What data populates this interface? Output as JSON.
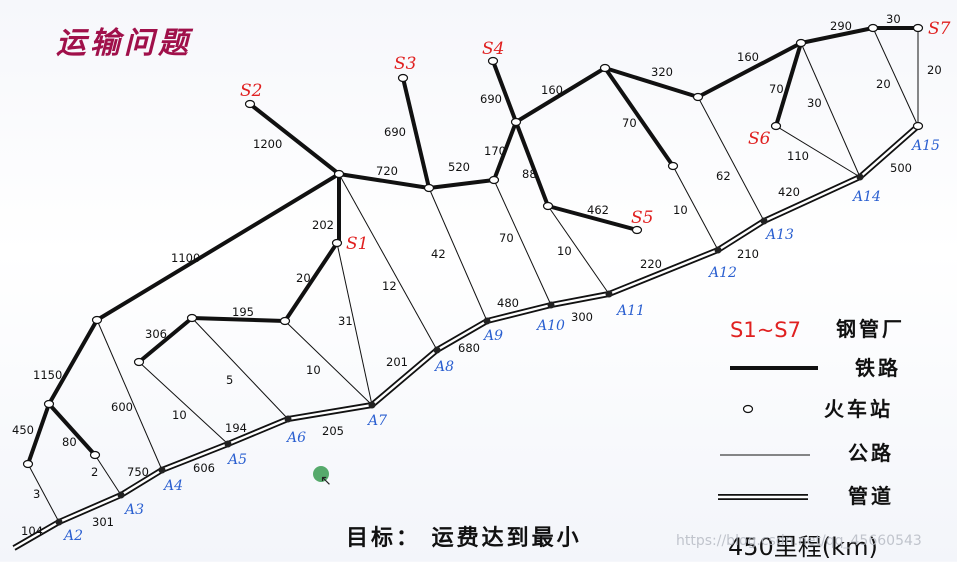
{
  "title": "运输问题",
  "goal": "目标： 运费达到最小",
  "scale_label": "450里程(km)",
  "watermark": "https://blog.csdn.net/qq_45660543",
  "legend": {
    "factories_symbol": "S1~S7",
    "factories": "钢管厂",
    "railway": "铁路",
    "station": "火车站",
    "road": "公路",
    "pipeline": "管道"
  },
  "colors": {
    "factory": "#e02020",
    "pipe_node": "#2a5fd0",
    "title": "#a0104a"
  },
  "nodes": {
    "S1": "S1",
    "S2": "S2",
    "S3": "S3",
    "S4": "S4",
    "S5": "S5",
    "S6": "S6",
    "S7": "S7",
    "A2": "A2",
    "A3": "A3",
    "A4": "A4",
    "A5": "A5",
    "A6": "A6",
    "A7": "A7",
    "A8": "A8",
    "A9": "A9",
    "A10": "A10",
    "A11": "A11",
    "A12": "A12",
    "A13": "A13",
    "A14": "A14",
    "A15": "A15"
  },
  "edge_labels": {
    "e1200": "1200",
    "e690a": "690",
    "e690b": "690",
    "e720": "720",
    "e520": "520",
    "e170": "170",
    "e160a": "160",
    "e320": "320",
    "e160b": "160",
    "e290": "290",
    "e30a": "30",
    "e20a": "20",
    "e70a": "70",
    "e30b": "30",
    "e20b": "20",
    "e70b": "70",
    "e88": "88",
    "e462": "462",
    "e202": "202",
    "e1100": "1100",
    "e20c": "20",
    "e195": "195",
    "e306": "306",
    "e1150": "1150",
    "e450": "450",
    "e80": "80",
    "e3": "3",
    "e2": "2",
    "e600": "600",
    "e10a": "10",
    "e5": "5",
    "e10b": "10",
    "e31": "31",
    "e12": "12",
    "e42": "42",
    "e70c": "70",
    "e10c": "10",
    "e10d": "10",
    "e62": "62",
    "e110": "110",
    "e104": "104",
    "e301": "301",
    "e750": "750",
    "e606": "606",
    "e194": "194",
    "e205": "205",
    "e201": "201",
    "e680": "680",
    "e480": "480",
    "e300": "300",
    "e220": "220",
    "e210": "210",
    "e420": "420",
    "e500": "500"
  }
}
